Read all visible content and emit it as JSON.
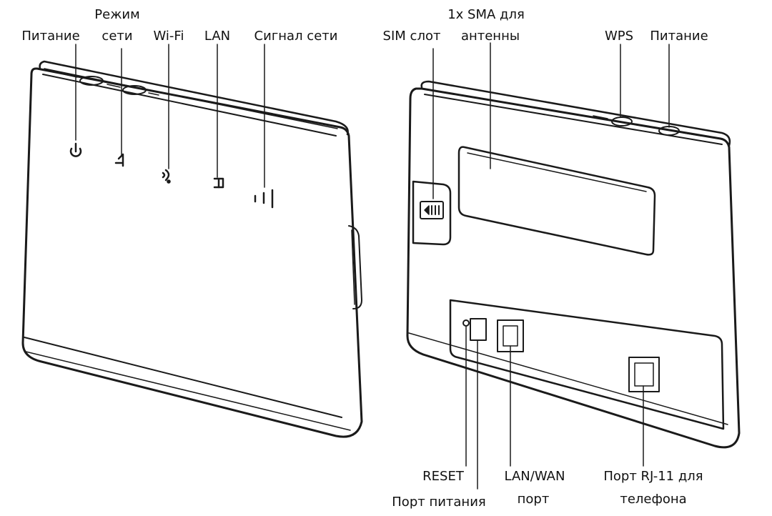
{
  "front_view": {
    "labels": {
      "power": "Питание",
      "network_mode_line1": "Режим",
      "network_mode_line2": "сети",
      "wifi": "Wi-Fi",
      "lan": "LAN",
      "signal": "Сигнал сети"
    }
  },
  "back_view": {
    "labels": {
      "sim_slot": "SIM слот",
      "sma_line1": "1x SMA для",
      "sma_line2": "антенны",
      "wps": "WPS",
      "power": "Питание",
      "reset": "RESET",
      "power_port": "Порт питания",
      "lan_wan_line1": "LAN/WAN",
      "lan_wan_line2": "порт",
      "rj11_line1": "Порт RJ-11 для",
      "rj11_line2": "телефона"
    }
  }
}
